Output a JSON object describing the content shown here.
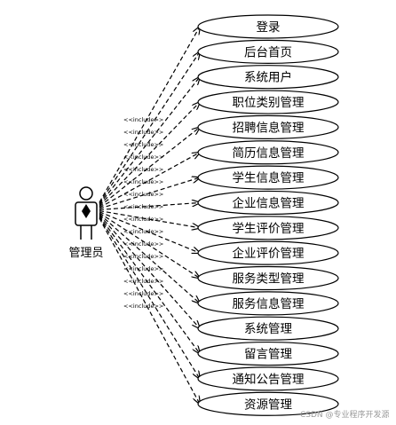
{
  "actor": {
    "label": "管理员"
  },
  "stereotype": "<<include>>",
  "use_cases": [
    "登录",
    "后台首页",
    "系统用户",
    "职位类别管理",
    "招聘信息管理",
    "简历信息管理",
    "学生信息管理",
    "企业信息管理",
    "学生评价管理",
    "企业评价管理",
    "服务类型管理",
    "服务信息管理",
    "系统管理",
    "留言管理",
    "通知公告管理",
    "资源管理"
  ],
  "watermark": "CSDN @专业程序开发源"
}
